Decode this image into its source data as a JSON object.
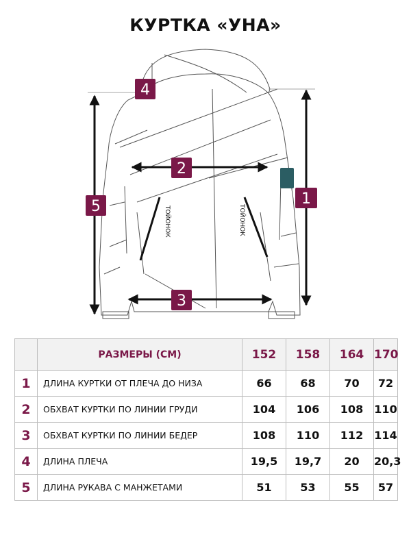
{
  "title": "КУРТКА «УНА»",
  "colors": {
    "accent": "#7a1848",
    "tag": "#2b5d63",
    "border": "#bdbdbd",
    "header_bg": "#f2f2f2"
  },
  "badges": [
    "1",
    "2",
    "3",
    "4",
    "5"
  ],
  "zipper_tag_text": "ТОЙОНОК",
  "table": {
    "header_label": "РАЗМЕРЫ (СМ)",
    "sizes": [
      "152",
      "158",
      "164",
      "170"
    ],
    "rows": [
      {
        "num": "1",
        "label": "ДЛИНА КУРТКИ ОТ ПЛЕЧА ДО НИЗА",
        "values": [
          "66",
          "68",
          "70",
          "72"
        ]
      },
      {
        "num": "2",
        "label": "ОБХВАТ КУРТКИ ПО ЛИНИИ ГРУДИ",
        "values": [
          "104",
          "106",
          "108",
          "110"
        ]
      },
      {
        "num": "3",
        "label": "ОБХВАТ КУРТКИ ПО ЛИНИИ БЕДЕР",
        "values": [
          "108",
          "110",
          "112",
          "114"
        ]
      },
      {
        "num": "4",
        "label": "ДЛИНА ПЛЕЧА",
        "values": [
          "19,5",
          "19,7",
          "20",
          "20,3"
        ]
      },
      {
        "num": "5",
        "label": "ДЛИНА РУКАВА С МАНЖЕТАМИ",
        "values": [
          "51",
          "53",
          "55",
          "57"
        ]
      }
    ]
  }
}
